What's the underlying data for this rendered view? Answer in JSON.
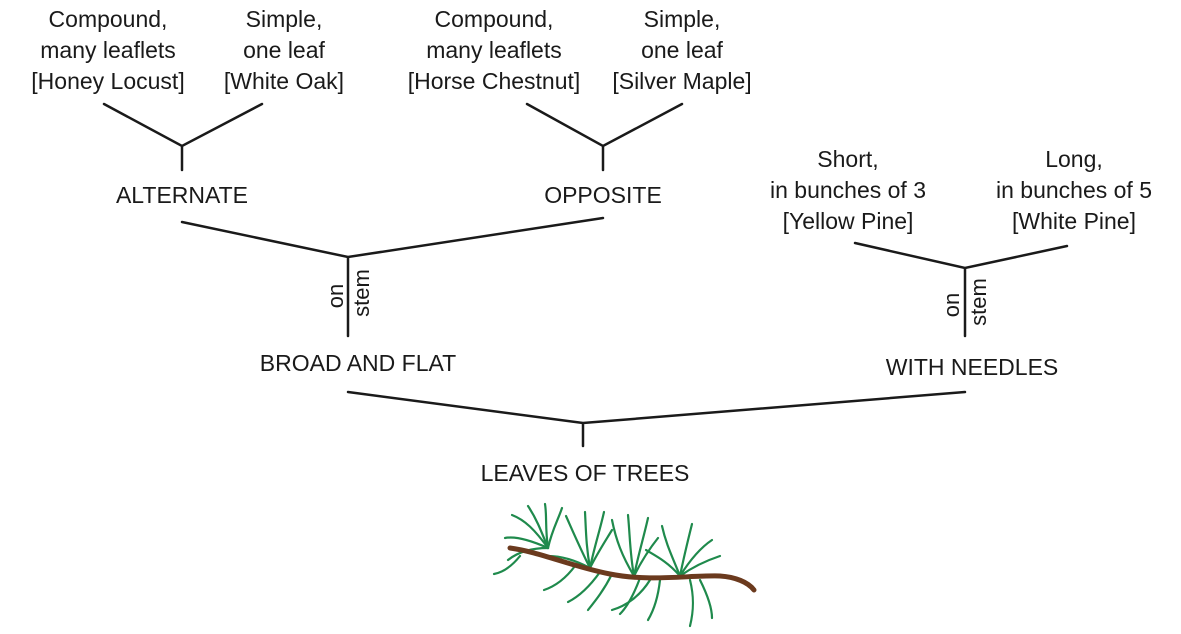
{
  "diagram": {
    "root": "LEAVES OF TREES",
    "branches": {
      "broad_and_flat": "BROAD AND FLAT",
      "with_needles": "WITH NEEDLES"
    },
    "connector_labels": {
      "broad_on": "on",
      "broad_stem": "stem",
      "needles_on": "on",
      "needles_stem": "stem"
    },
    "arrangements": {
      "alternate": "ALTERNATE",
      "opposite": "OPPOSITE"
    },
    "leaf_types": {
      "honey_locust": [
        "Compound,",
        "many leaflets",
        "[Honey Locust]"
      ],
      "white_oak": [
        "Simple,",
        "one leaf",
        "[White Oak]"
      ],
      "horse_chestnut": [
        "Compound,",
        "many leaflets",
        "[Horse Chestnut]"
      ],
      "silver_maple": [
        "Simple,",
        "one leaf",
        "[Silver Maple]"
      ],
      "yellow_pine": [
        "Short,",
        "in bunches of 3",
        "[Yellow Pine]"
      ],
      "white_pine": [
        "Long,",
        "in bunches of 5",
        "[White Pine]"
      ]
    },
    "colors": {
      "line": "#1a1a1a",
      "needle": "#1f8a4c",
      "branch": "#6b3a1e"
    },
    "illustration_icon": "pine-branch-icon"
  }
}
